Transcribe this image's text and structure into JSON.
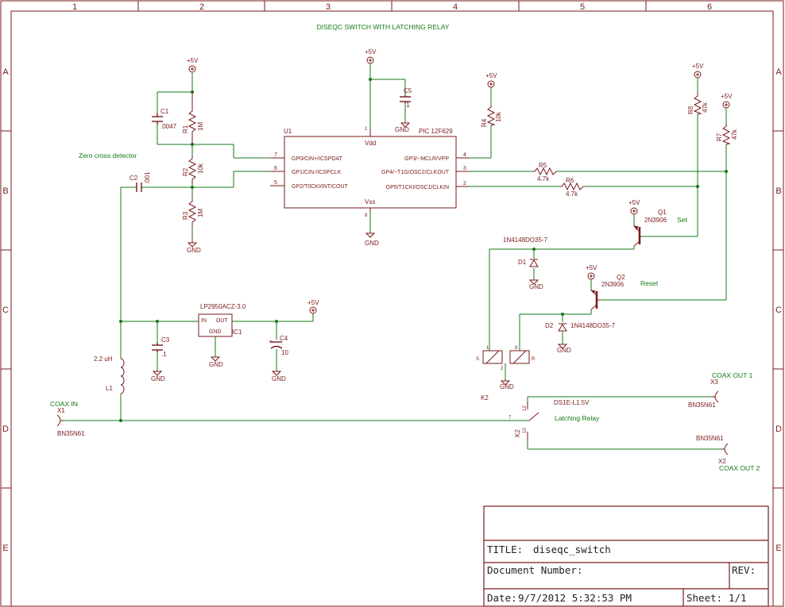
{
  "sheet": {
    "title": "DISEQC SWITCH WITH LATCHING RELAY",
    "col_labels": [
      "1",
      "2",
      "3",
      "4",
      "5",
      "6"
    ],
    "row_labels": [
      "A",
      "B",
      "C",
      "D",
      "E"
    ]
  },
  "notes": {
    "zero_cross": "Zero cross detector",
    "set": "Set",
    "reset": "Reset",
    "latching_relay": "Latching Relay",
    "coax_in": "COAX IN",
    "coax_out1": "COAX OUT 1",
    "coax_out2": "COAX OUT 2"
  },
  "power": {
    "vcc": "+5V",
    "gnd": "GND"
  },
  "components": {
    "u1": {
      "ref": "U1",
      "value": "PIC 12F629",
      "vdd": "Vdd",
      "vss": "Vss",
      "pins_left": [
        {
          "num": "7",
          "name": "GP0/CIN+/ICSPDAT"
        },
        {
          "num": "6",
          "name": "GP1/CIN-/ICSPCLK"
        },
        {
          "num": "5",
          "name": "GP2/T0CKI/INT/COUT"
        }
      ],
      "pins_right": [
        {
          "num": "4",
          "name": "GP3/~MCLR/VPP"
        },
        {
          "num": "3",
          "name": "GP4/~T1G/OSC2/CLKOUT"
        },
        {
          "num": "2",
          "name": "GP5/T1CKI/OSC1/CLKIN"
        }
      ],
      "pin_vdd": "1",
      "pin_vss": "8"
    },
    "c1": {
      "ref": "C1",
      "value": ".0047"
    },
    "c2": {
      "ref": "C2",
      "value": ".001"
    },
    "c3": {
      "ref": "C3",
      "value": ".1"
    },
    "c4": {
      "ref": "C4",
      "value": "10"
    },
    "c5": {
      "ref": "C5",
      "value": ".1"
    },
    "r1": {
      "ref": "R1",
      "value": "1M"
    },
    "r2": {
      "ref": "R2",
      "value": "10k"
    },
    "r3": {
      "ref": "R3",
      "value": "1M"
    },
    "r4": {
      "ref": "R4",
      "value": "10k"
    },
    "r5": {
      "ref": "R5",
      "value": "4.7k"
    },
    "r6": {
      "ref": "R6",
      "value": "4.7k"
    },
    "r7": {
      "ref": "R7",
      "value": "47k"
    },
    "r8": {
      "ref": "R8",
      "value": "47k"
    },
    "q1": {
      "ref": "Q1",
      "value": "2N3906"
    },
    "q2": {
      "ref": "Q2",
      "value": "2N3906"
    },
    "d1": {
      "ref": "D1",
      "value": "1N4148DO35-7"
    },
    "d2": {
      "ref": "D2",
      "value": "1N4148DO35-7"
    },
    "ic1": {
      "ref": "IC1",
      "value": "LP2950ACZ-3.0",
      "in": "IN",
      "out": "OUT",
      "gnd": "GND"
    },
    "l1": {
      "ref": "L1",
      "value": "2.2 uH"
    },
    "k2": {
      "ref": "K2",
      "value": "DS1E-L1.5V",
      "pin_s": "S",
      "pin_r": "R",
      "pin1": "1",
      "pin8": "8",
      "pin2": "2",
      "pin7": "7",
      "pin12": "12",
      "pin10": "10"
    },
    "x1": {
      "ref": "X1",
      "value": "BN35N61"
    },
    "x2": {
      "ref": "X2",
      "value": "BN35N61"
    },
    "x3": {
      "ref": "X3",
      "value": "BN35N61"
    }
  },
  "title_block": {
    "title_label": "TITLE:",
    "title_value": "diseqc_switch",
    "docnum_label": "Document Number:",
    "rev_label": "REV:",
    "date_label": "Date:",
    "date_value": "9/7/2012 5:32:53 PM",
    "sheet_label": "Sheet:",
    "sheet_value": "1/1"
  },
  "colors": {
    "wire": "#157a15",
    "part": "#7a1a1a",
    "note": "#157a15",
    "frame": "#7a1a1a",
    "titleblock": "#7a1a1a"
  }
}
